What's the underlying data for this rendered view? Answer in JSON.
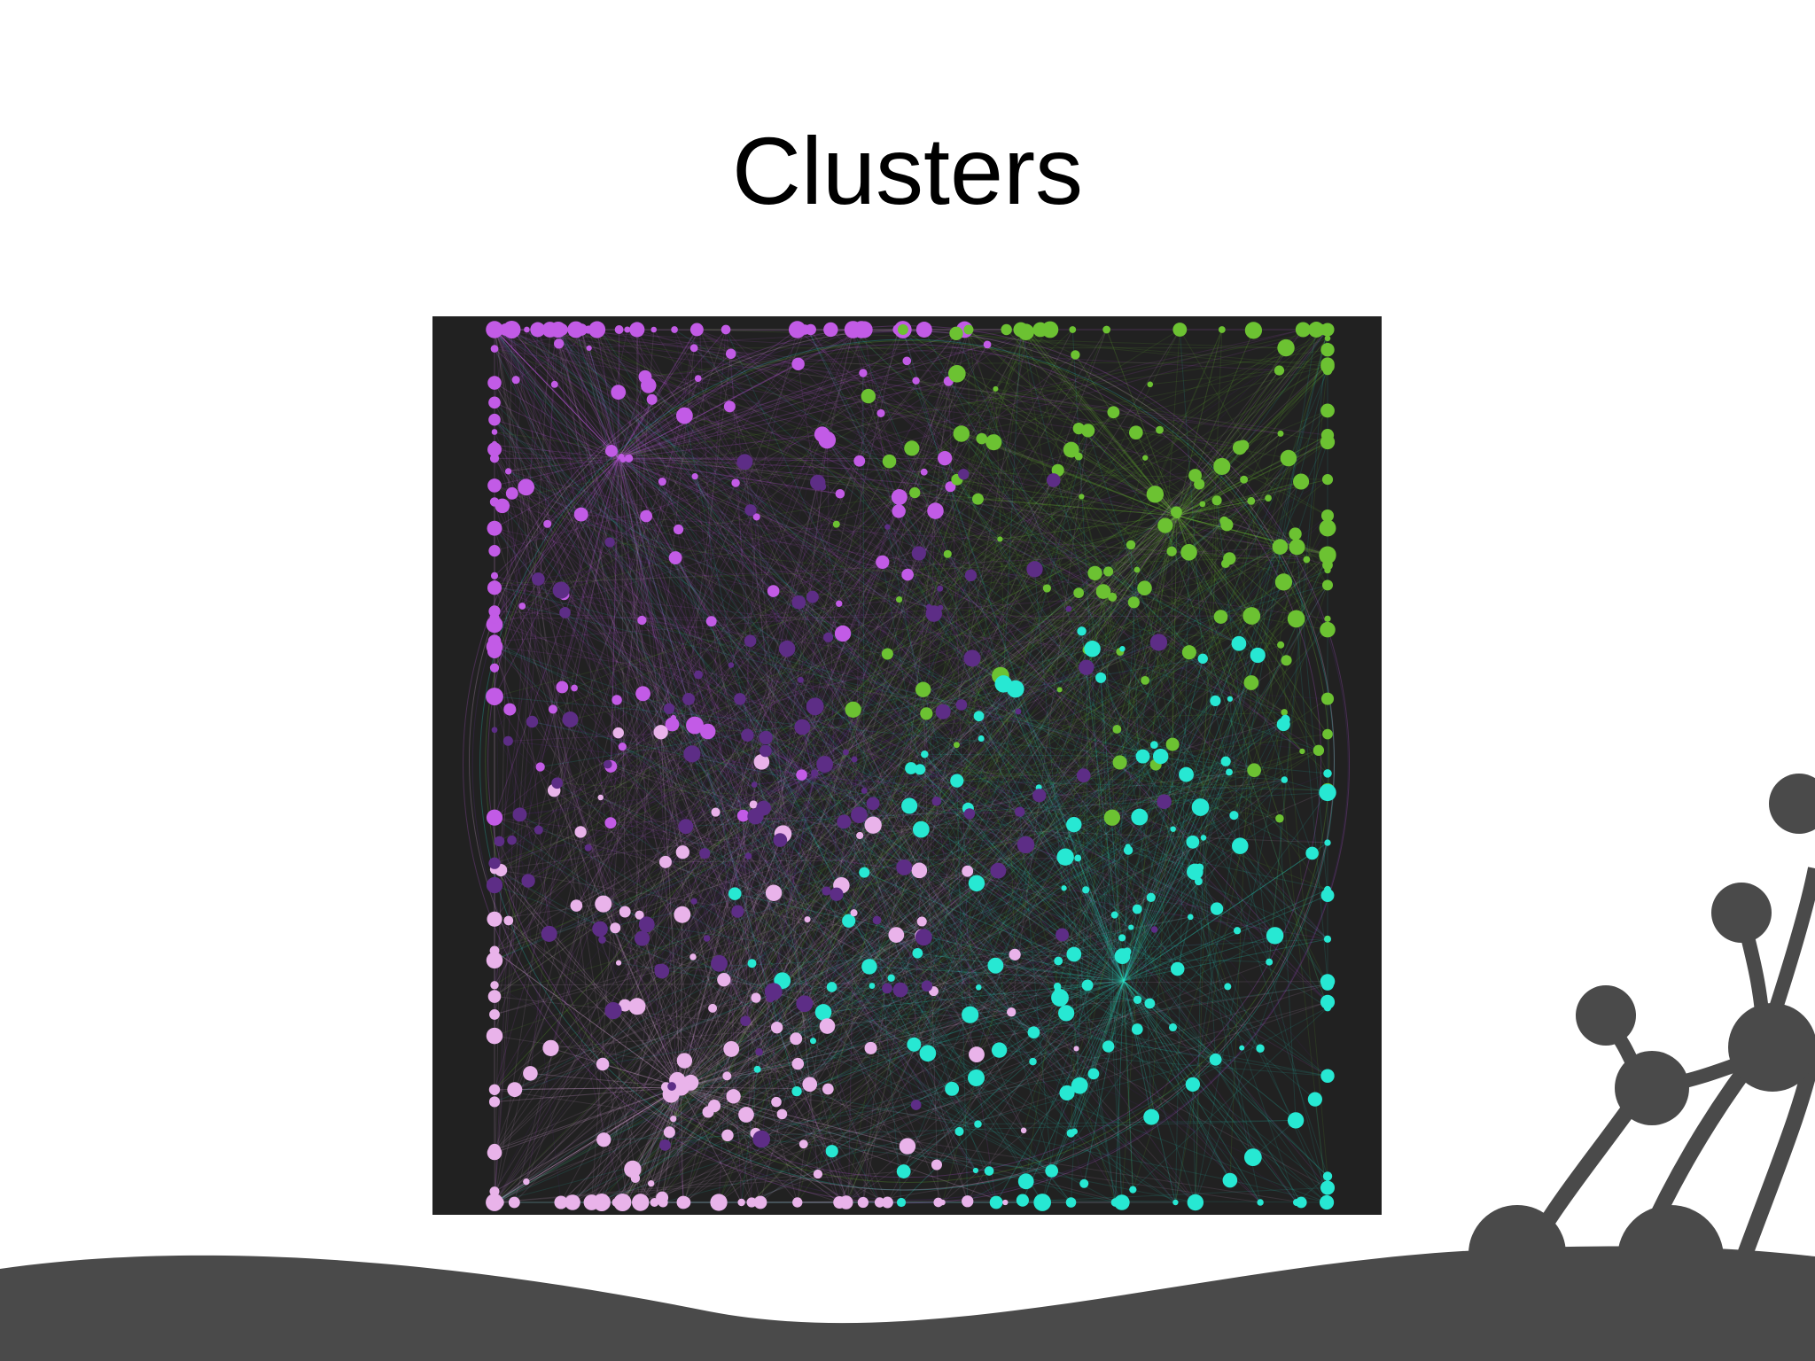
{
  "slide": {
    "title": "Clusters"
  },
  "diagram": {
    "kind": "network-graph",
    "background": "#212121",
    "clusters": [
      {
        "color": "#c25be6"
      },
      {
        "color": "#6cc232"
      },
      {
        "color": "#27e8d3"
      },
      {
        "color": "#e9b3ea"
      },
      {
        "color": "#5d2d86"
      }
    ]
  },
  "decor": {
    "color": "#4a4a4a",
    "shapes": [
      "bottom-wave",
      "molecule-branch"
    ]
  }
}
